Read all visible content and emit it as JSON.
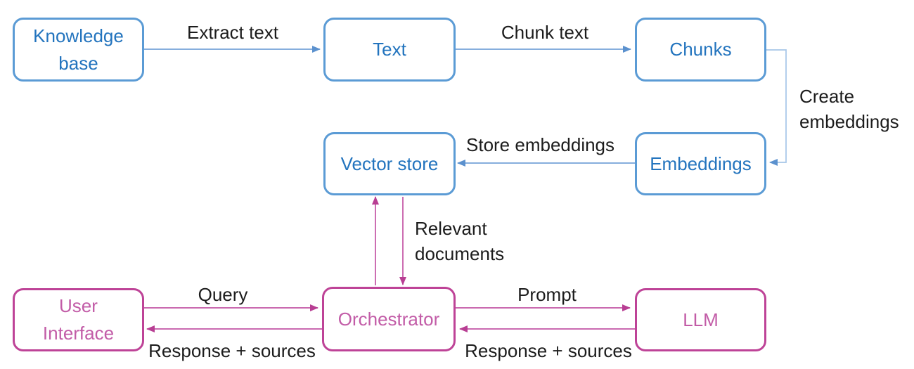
{
  "diagram_type": "RAG architecture flow diagram",
  "colors": {
    "background": "#FFFFFF",
    "blue_box_border": "#5B9BD5",
    "blue_box_text": "#2374BE",
    "pink_box_border": "#BE4397",
    "pink_box_text": "#C25CA7",
    "label_text": "#1C1C1C",
    "blue_arrow": "#74A3D8",
    "blue_arrowhead": "#5B91CE",
    "light_blue_arrow": "#A6C6E8",
    "pink_arrow": "#C355A5",
    "pink_arrowhead": "#B83E93"
  },
  "nodes": {
    "knowledge_base": {
      "label": "Knowledge\nbase",
      "color_group": "blue"
    },
    "text": {
      "label": "Text",
      "color_group": "blue"
    },
    "chunks": {
      "label": "Chunks",
      "color_group": "blue"
    },
    "vector_store": {
      "label": "Vector store",
      "color_group": "blue"
    },
    "embeddings": {
      "label": "Embeddings",
      "color_group": "blue"
    },
    "user_interface": {
      "label": "User\nInterface",
      "color_group": "pink"
    },
    "orchestrator": {
      "label": "Orchestrator",
      "color_group": "pink"
    },
    "llm": {
      "label": "LLM",
      "color_group": "pink"
    }
  },
  "edge_labels": {
    "extract_text": "Extract text",
    "chunk_text": "Chunk text",
    "create_embeddings": "Create\nembeddings",
    "store_embeddings": "Store embeddings",
    "relevant_documents": "Relevant\ndocuments",
    "query": "Query",
    "response_to_user": "Response + sources",
    "prompt": "Prompt",
    "response_from_llm": "Response + sources"
  },
  "edges": [
    {
      "from": "knowledge_base",
      "to": "text",
      "label": "Extract text"
    },
    {
      "from": "text",
      "to": "chunks",
      "label": "Chunk text"
    },
    {
      "from": "chunks",
      "to": "embeddings",
      "label": "Create embeddings"
    },
    {
      "from": "embeddings",
      "to": "vector_store",
      "label": "Store embeddings"
    },
    {
      "from": "orchestrator",
      "to": "vector_store",
      "label": ""
    },
    {
      "from": "vector_store",
      "to": "orchestrator",
      "label": "Relevant documents"
    },
    {
      "from": "user_interface",
      "to": "orchestrator",
      "label": "Query"
    },
    {
      "from": "orchestrator",
      "to": "user_interface",
      "label": "Response + sources"
    },
    {
      "from": "orchestrator",
      "to": "llm",
      "label": "Prompt"
    },
    {
      "from": "llm",
      "to": "orchestrator",
      "label": "Response + sources"
    }
  ]
}
